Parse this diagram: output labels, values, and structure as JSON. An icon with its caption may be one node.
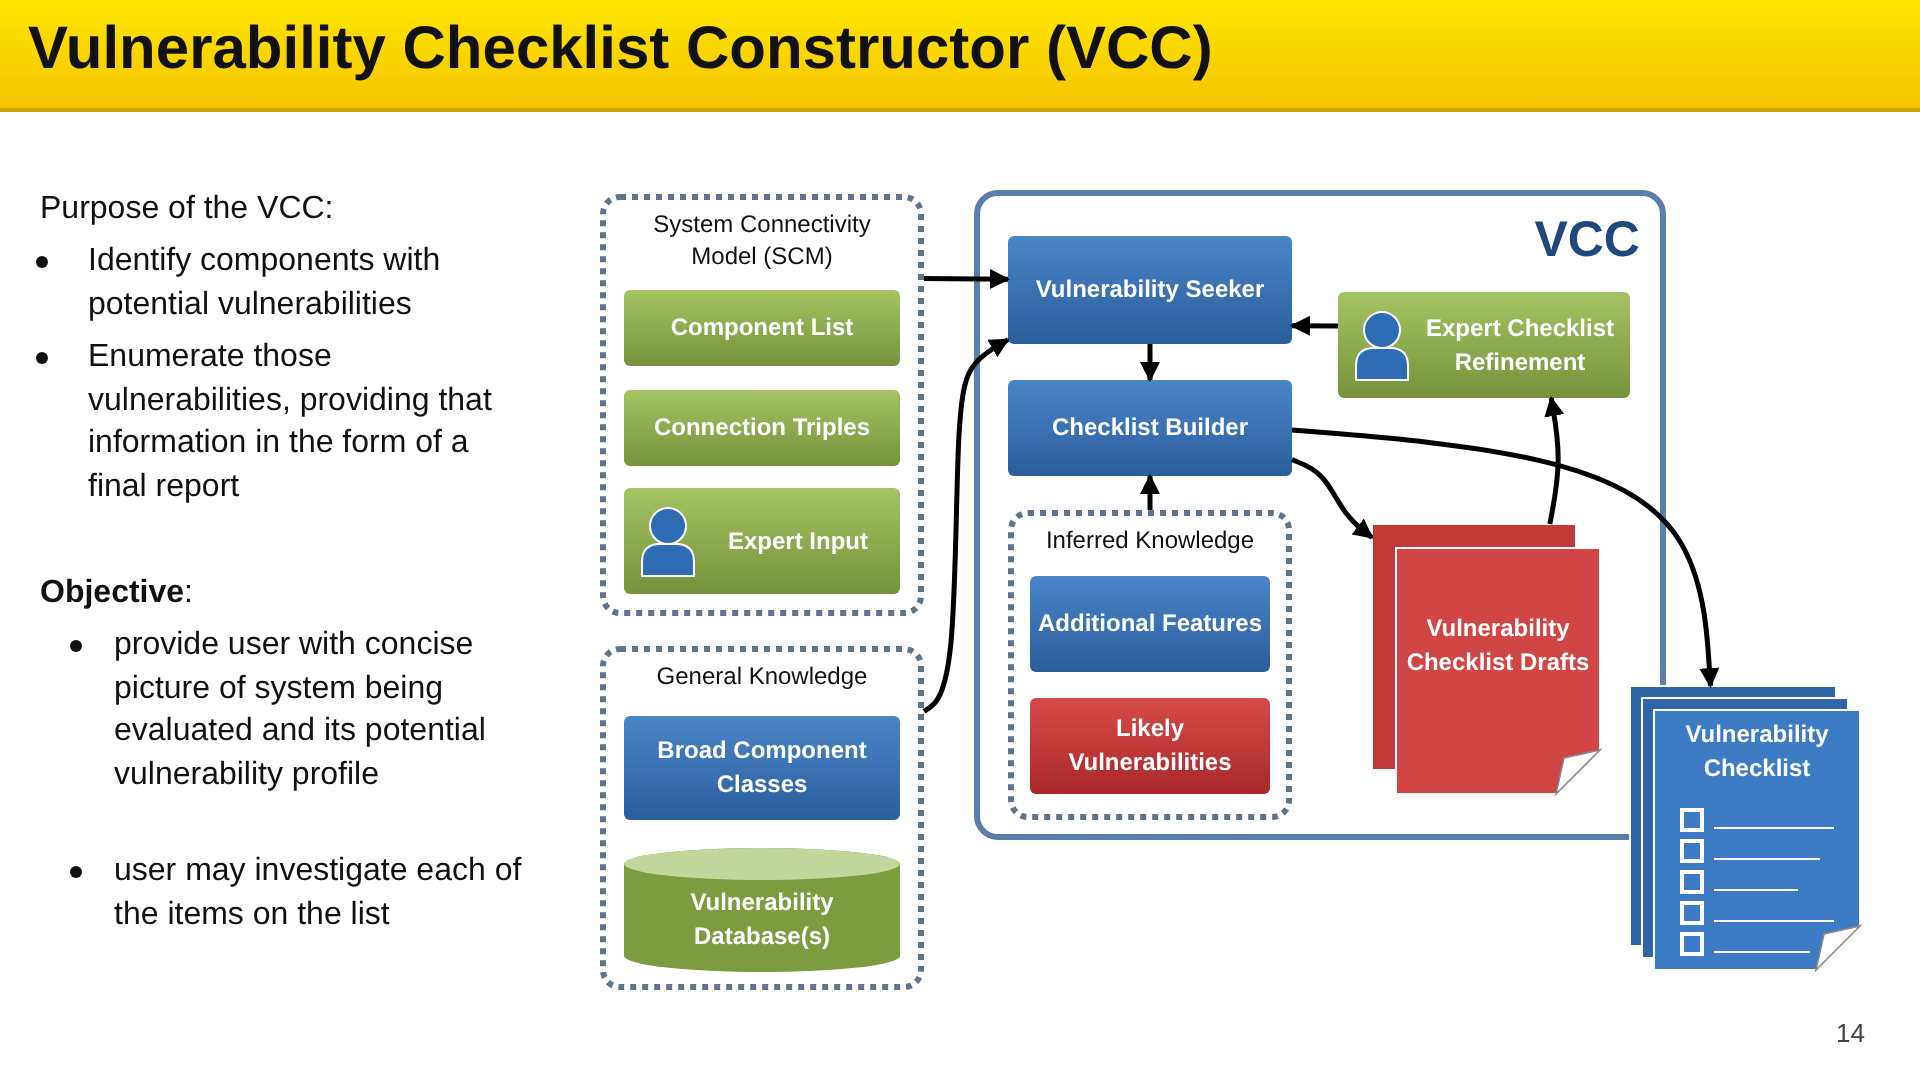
{
  "diagram": {
    "title": "Vulnerability Checklist Constructor (VCC)",
    "nodes": [
      {
        "text": [
          "System Connectivity Model (SCM)"
        ]
      },
      {
        "text": [
          "Component List"
        ],
        "in": 0
      },
      {
        "text": [
          "Connection Triples"
        ],
        "in": 0
      },
      {
        "text": [
          "Expert Input"
        ],
        "in": 0
      },
      {
        "text": [
          "General Knowledge"
        ]
      },
      {
        "text": [
          "Broad Component Classes"
        ],
        "in": 4
      },
      {
        "text": [
          "Vulnerability Database(s)"
        ],
        "in": 4
      },
      {
        "text": [
          "VCC"
        ]
      },
      {
        "text": [
          "Vulnerability Seeker"
        ],
        "in": 7
      },
      {
        "text": [
          "Expert Checklist Refinement"
        ],
        "in": 7
      },
      {
        "text": [
          "Checklist Builder"
        ],
        "in": 7
      },
      {
        "text": [
          "Inferred Knowledge"
        ],
        "in": 7
      },
      {
        "text": [
          "Additional Features"
        ],
        "in": 11
      },
      {
        "text": [
          "Likely Vulnerabilities"
        ],
        "in": 11
      },
      {
        "text": [
          "Vulnerability Checklist Drafts"
        ],
        "in": 7
      },
      {
        "text": [
          "Vulnerability Checklist"
        ]
      }
    ],
    "edges": [
      {
        "from": 0,
        "to": 8,
        "arrow": "to"
      },
      {
        "from": 4,
        "to": 8,
        "arrow": "to"
      },
      {
        "from": 9,
        "to": 8,
        "arrow": "to"
      },
      {
        "from": 8,
        "to": 10,
        "arrow": "to"
      },
      {
        "from": 11,
        "to": 10,
        "arrow": "to"
      },
      {
        "from": 10,
        "to": 14,
        "arrow": "to"
      },
      {
        "from": 10,
        "to": 15,
        "arrow": "to"
      },
      {
        "from": 14,
        "to": 9,
        "arrow": "to"
      }
    ],
    "labels": [
      "Purpose of the VCC:",
      "Identify components with potential vulnerabilities",
      "Enumerate those vulnerabilities, providing that information in the form of a final report",
      "**Objective**:",
      "provide user with concise picture of system being evaluated and its potential vulnerability profile",
      "user may investigate each of the items on the list",
      "14"
    ]
  }
}
